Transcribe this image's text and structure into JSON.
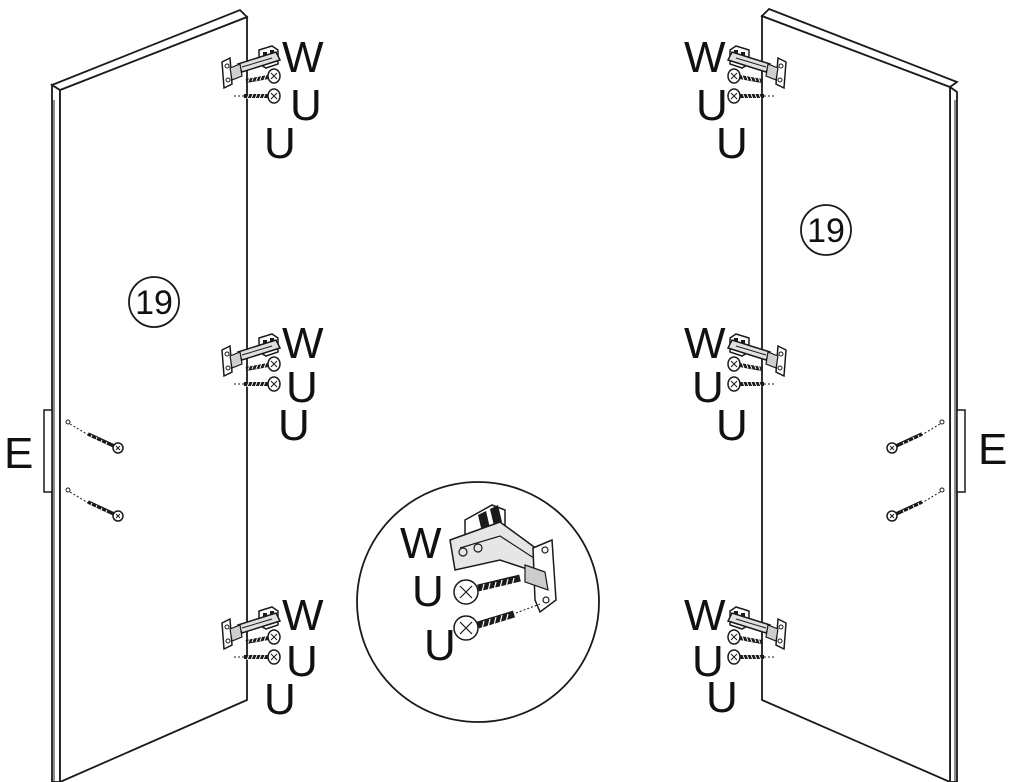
{
  "colors": {
    "line": "#1a1a1a",
    "fill": "#ffffff",
    "metal": "#d9d9d9",
    "dark": "#555555"
  },
  "left_door": {
    "part_number": "19",
    "side_label": "E",
    "hinge_groups": [
      {
        "bracket": "W",
        "screw_a": "U",
        "screw_b": "U"
      },
      {
        "bracket": "W",
        "screw_a": "U",
        "screw_b": "U"
      },
      {
        "bracket": "W",
        "screw_a": "U",
        "screw_b": "U"
      }
    ]
  },
  "right_door": {
    "part_number": "19",
    "side_label": "E",
    "hinge_groups": [
      {
        "bracket": "W",
        "screw_a": "U",
        "screw_b": "U"
      },
      {
        "bracket": "W",
        "screw_a": "U",
        "screw_b": "U"
      },
      {
        "bracket": "W",
        "screw_a": "U",
        "screw_b": "U"
      }
    ]
  },
  "detail": {
    "bracket": "W",
    "screw_a": "U",
    "screw_b": "U"
  }
}
